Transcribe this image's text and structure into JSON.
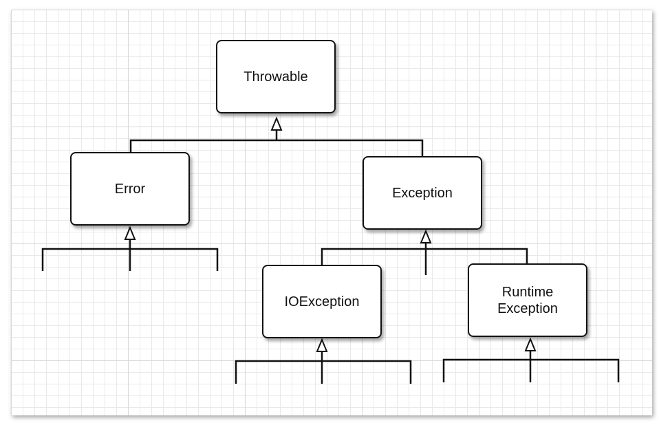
{
  "diagram": {
    "nodes": {
      "throwable": "Throwable",
      "error": "Error",
      "exception": "Exception",
      "ioexception": "IOException",
      "runtime_exception": "Runtime\nException"
    },
    "colors": {
      "stroke": "#111111",
      "box_fill": "#ffffff",
      "grid_major": "#d8d8d8",
      "grid_minor": "#e9e9e9"
    }
  }
}
